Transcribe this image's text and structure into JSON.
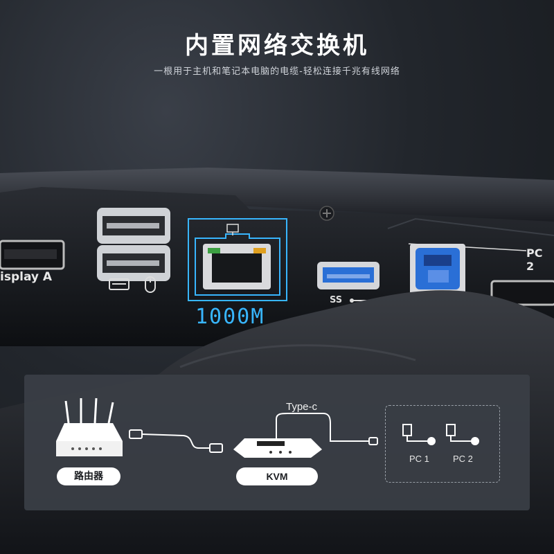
{
  "header": {
    "title": "内置网络交换机",
    "subtitle": "一根用于主机和笔记本电脑的电缆-轻松连接千兆有线网络"
  },
  "device": {
    "port_label_display": "isplay A",
    "ethernet_speed": "1000M",
    "pc_label": "PC 2",
    "usb_label": "SS"
  },
  "diagram": {
    "router_label": "路由器",
    "kvm_label": "KVM",
    "cable_label": "Type-c",
    "pcs": [
      {
        "label": "PC 1"
      },
      {
        "label": "PC 2"
      }
    ]
  },
  "colors": {
    "accent": "#38b6ff",
    "card_bg": "#3a3e46",
    "usb_blue": "#2a6fd6"
  },
  "icons": [
    "network-icon",
    "keyboard-icon",
    "mouse-icon",
    "screw-icon",
    "usb-symbol-icon",
    "monitor-check-icon"
  ]
}
